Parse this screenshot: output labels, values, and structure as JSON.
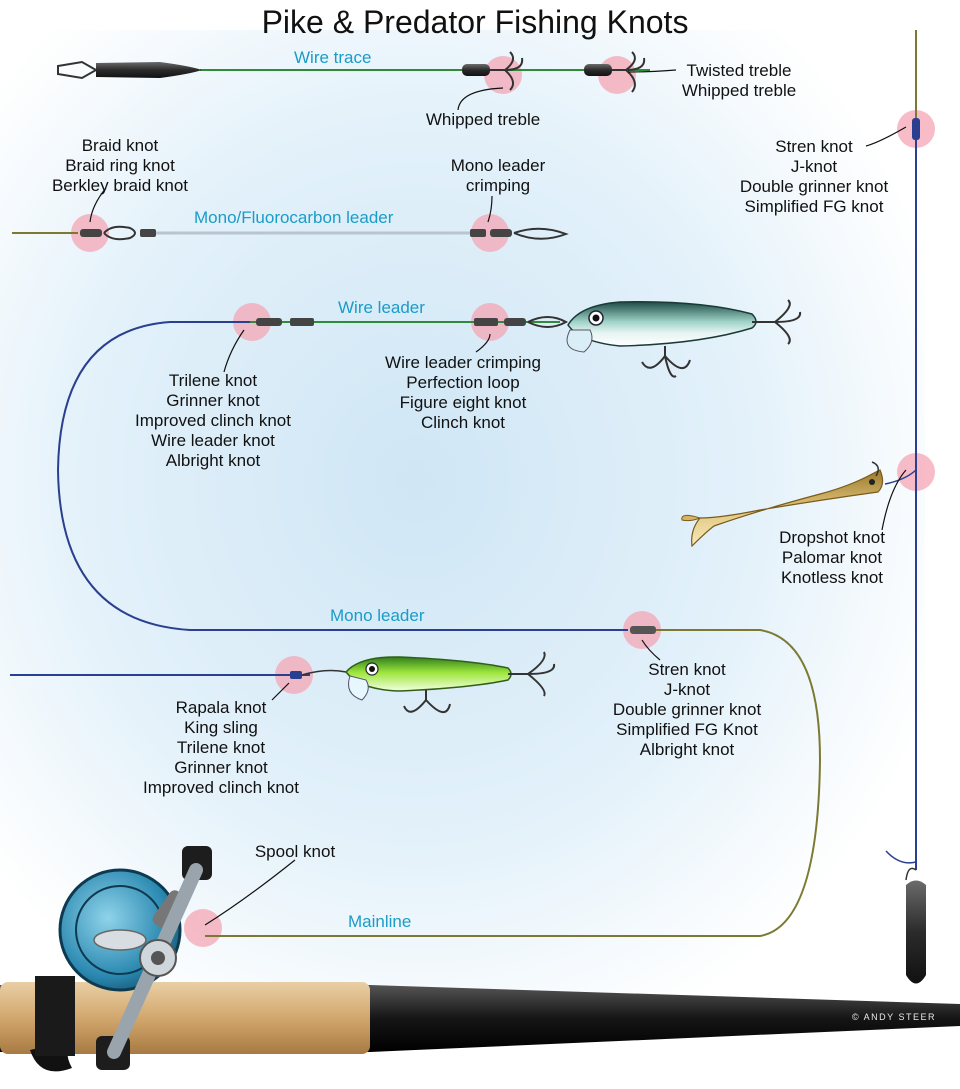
{
  "title": "Pike & Predator Fishing Knots",
  "credit": "© ANDY STEER",
  "colors": {
    "wire": "#2f8a3a",
    "mono_fluoro": "#b9c4cf",
    "mono_leader": "#2a3f8f",
    "mainline": "#7c7a32",
    "knot_marker": "#f4a6b4",
    "line_label": "#1a9cc8"
  },
  "line_labels": {
    "wire_trace": "Wire trace",
    "mono_fluoro_leader": "Mono/Fluorocarbon leader",
    "wire_leader": "Wire leader",
    "mono_leader": "Mono leader",
    "mainline": "Mainline"
  },
  "knot_groups": {
    "whipped_treble": [
      "Whipped treble"
    ],
    "twisted_whipped_treble": [
      "Twisted treble",
      "Whipped treble"
    ],
    "braid": [
      "Braid knot",
      "Braid ring knot",
      "Berkley braid knot"
    ],
    "mono_leader_crimping": [
      "Mono leader",
      "crimping"
    ],
    "stren_right": [
      "Stren knot",
      "J-knot",
      "Double grinner knot",
      "Simplified FG knot"
    ],
    "trilene_group": [
      "Trilene knot",
      "Grinner knot",
      "Improved clinch knot",
      "Wire leader knot",
      "Albright knot"
    ],
    "wire_leader_crimping": [
      "Wire leader crimping",
      "Perfection loop",
      "Figure eight knot",
      "Clinch knot"
    ],
    "dropshot": [
      "Dropshot knot",
      "Palomar knot",
      "Knotless knot"
    ],
    "stren_middle": [
      "Stren knot",
      "J-knot",
      "Double grinner knot",
      "Simplified FG Knot",
      "Albright knot"
    ],
    "rapala": [
      "Rapala knot",
      "King sling",
      "Trilene knot",
      "Grinner knot",
      "Improved clinch knot"
    ],
    "spool": [
      "Spool knot"
    ]
  },
  "icons": {
    "sinker": "sinker-icon",
    "treble_hook": "treble-hook-icon",
    "swivel": "swivel-icon",
    "snap_clip": "snap-clip-icon",
    "crankbait": "crankbait-lure-icon",
    "shad_lure": "shad-soft-lure-icon",
    "minnow_lure": "minnow-lure-icon",
    "reel": "baitcaster-reel-icon",
    "rod": "fishing-rod-icon"
  }
}
